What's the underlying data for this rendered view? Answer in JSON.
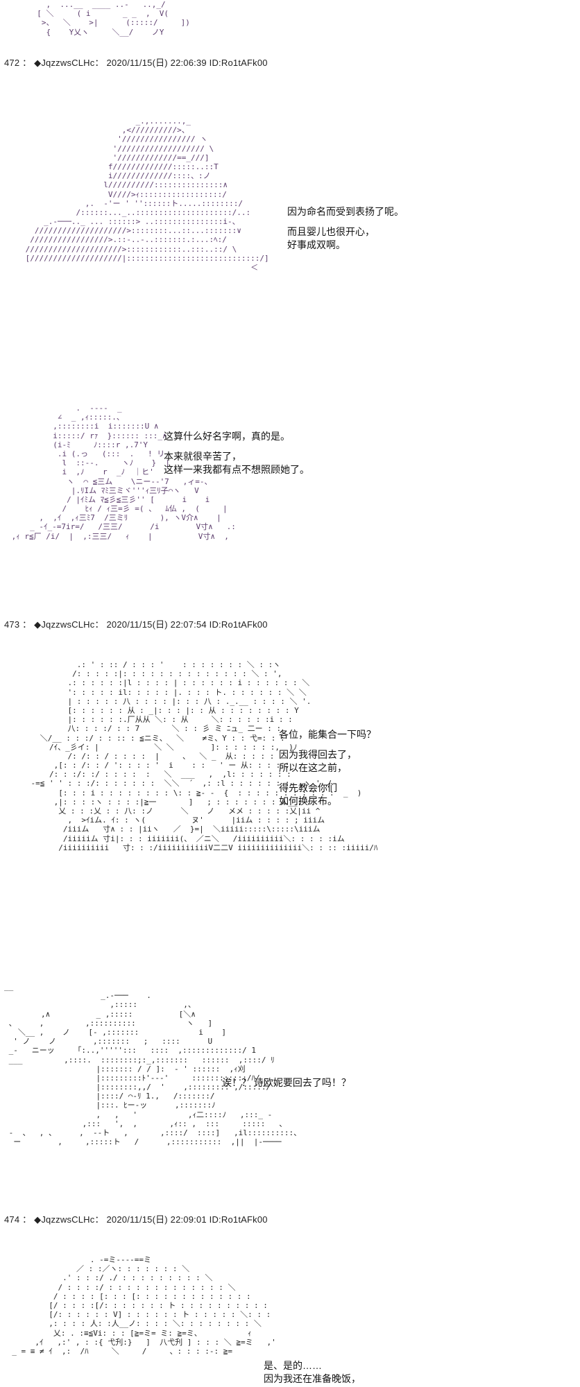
{
  "posts": [
    {
      "number": "472",
      "name": "◆JqzzwsCLHc",
      "datetime": "2020/11/15(日) 22:06:39",
      "id": "ID:Ro1tAFk00"
    },
    {
      "number": "473",
      "name": "◆JqzzwsCLHc",
      "datetime": "2020/11/15(日) 22:07:54",
      "id": "ID:Ro1tAFk00"
    },
    {
      "number": "474",
      "name": "◆JqzzwsCLHc",
      "datetime": "2020/11/15(日) 22:09:01",
      "id": "ID:Ro1tAFk00"
    }
  ],
  "dialogues": {
    "p472_a": {
      "lines": [
        "因为命名而受到表扬了呢。"
      ],
      "lines2": [
        "而且婴儿也很开心，",
        "好事成双啊。"
      ]
    },
    "p472_b": {
      "lines": [
        "这算什么好名字啊，真的是。"
      ],
      "lines2": [
        "本来就很辛苦了，",
        "这样一来我都有点不想照顾她了。"
      ]
    },
    "p473_a": {
      "lines": [
        "各位，能集合一下吗？"
      ],
      "lines2": [
        "因为我得回去了，",
        "所以在这之前，"
      ],
      "lines3": [
        "得先教会你们",
        "如何换尿布。"
      ]
    },
    "p473_b": {
      "lines": [
        "诶！？  诗欧妮要回去了吗！？"
      ]
    },
    "p474_a": {
      "lines": [
        "是、是的……",
        "因为我还在准备晚饭，"
      ]
    }
  }
}
